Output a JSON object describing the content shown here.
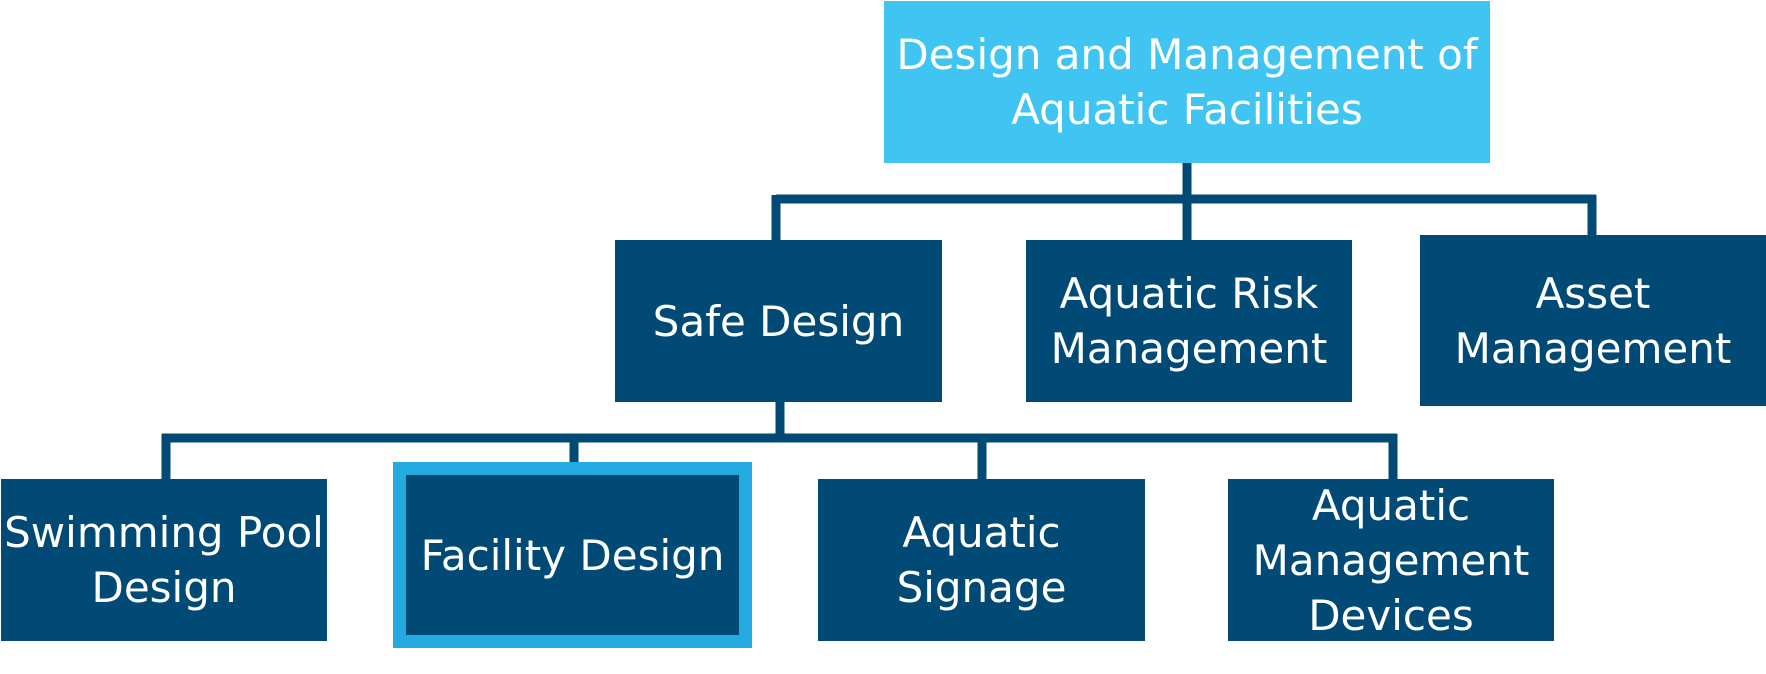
{
  "diagram": {
    "root": {
      "label": "Design and Management of\nAquatic Facilities"
    },
    "level1": [
      {
        "id": "safe-design",
        "label": "Safe Design"
      },
      {
        "id": "aquatic-risk",
        "label": "Aquatic Risk\nManagement"
      },
      {
        "id": "asset-management",
        "label": "Asset\nManagement"
      }
    ],
    "level2": [
      {
        "id": "swimming-pool",
        "label": "Swimming Pool\nDesign"
      },
      {
        "id": "facility-design",
        "label": "Facility Design",
        "highlighted": true
      },
      {
        "id": "aquatic-signage",
        "label": "Aquatic\nSignage"
      },
      {
        "id": "aquatic-devices",
        "label": "Aquatic\nManagement\nDevices"
      }
    ],
    "colors": {
      "root_fill": "#40c4f2",
      "node_fill": "#004a75",
      "connector": "#004a75",
      "highlight_border": "#23aae1",
      "text": "#ffffff"
    }
  }
}
